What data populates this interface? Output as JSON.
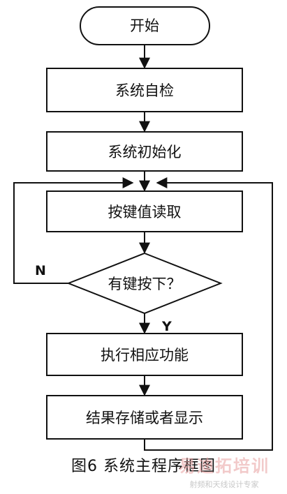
{
  "nodes": {
    "start": "开始",
    "self_check": "系统自检",
    "init": "系统初始化",
    "read_keys": "按键值读取",
    "decision": "有键按下？",
    "execute": "执行相应功能",
    "store_display": "结果存储或者显示"
  },
  "branches": {
    "yes": "Y",
    "no": "N"
  },
  "caption": "图6  系统主程序框图",
  "watermark": "射频和天线设计专家"
}
